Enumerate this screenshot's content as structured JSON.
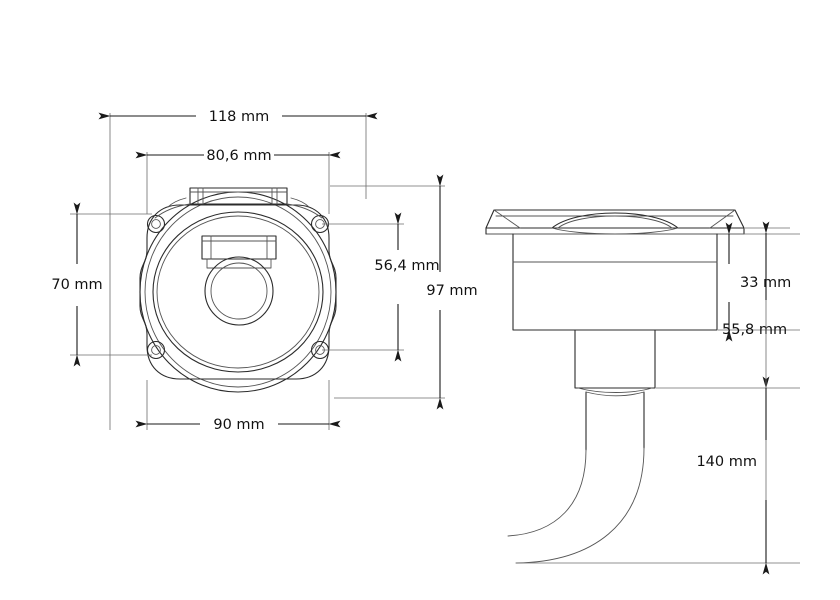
{
  "drawing": {
    "title": "Technical dimension drawing - underwater light fixture",
    "units": "mm",
    "line_color": "#2b2b2b",
    "dimension_color": "#111111",
    "extension_line_color": "#6d6d6d",
    "background": "#ffffff"
  },
  "views": {
    "front": {
      "name": "front-view",
      "features": [
        "oval-housing",
        "mounting-flange",
        "corner-mounting-hole-top-left",
        "corner-mounting-hole-top-right",
        "corner-mounting-hole-bottom-left",
        "corner-mounting-hole-bottom-right",
        "top-clip-tab",
        "inner-rectangular-block",
        "lens-outer-circle",
        "lens-inner-circle"
      ]
    },
    "side": {
      "name": "side-view",
      "features": [
        "flange-cap",
        "lens-profile",
        "housing-body",
        "cable-gland",
        "cable"
      ]
    }
  },
  "dimensions": {
    "front": [
      {
        "id": "width-overall",
        "label": "118 mm",
        "value": 118,
        "orientation": "horizontal"
      },
      {
        "id": "width-flange",
        "label": "80,6 mm",
        "value": 80.6,
        "orientation": "horizontal"
      },
      {
        "id": "height-flange",
        "label": "70 mm",
        "value": 70,
        "orientation": "vertical"
      },
      {
        "id": "height-inner",
        "label": "56,4 mm",
        "value": 56.4,
        "orientation": "vertical"
      },
      {
        "id": "height-overall",
        "label": "97 mm",
        "value": 97,
        "orientation": "vertical"
      },
      {
        "id": "width-bottom",
        "label": "90 mm",
        "value": 90,
        "orientation": "horizontal"
      }
    ],
    "side": [
      {
        "id": "body-depth",
        "label": "33 mm",
        "value": 33,
        "orientation": "vertical"
      },
      {
        "id": "total-depth",
        "label": "55,8 mm",
        "value": 55.8,
        "orientation": "vertical"
      },
      {
        "id": "cable-length",
        "label": "140 mm",
        "value": 140,
        "orientation": "vertical"
      }
    ]
  },
  "labels": {
    "d118": "118 mm",
    "d806": "80,6 mm",
    "d70": "70 mm",
    "d564": "56,4 mm",
    "d97": "97 mm",
    "d90": "90 mm",
    "d33": "33 mm",
    "d558": "55,8 mm",
    "d140": "140 mm"
  }
}
